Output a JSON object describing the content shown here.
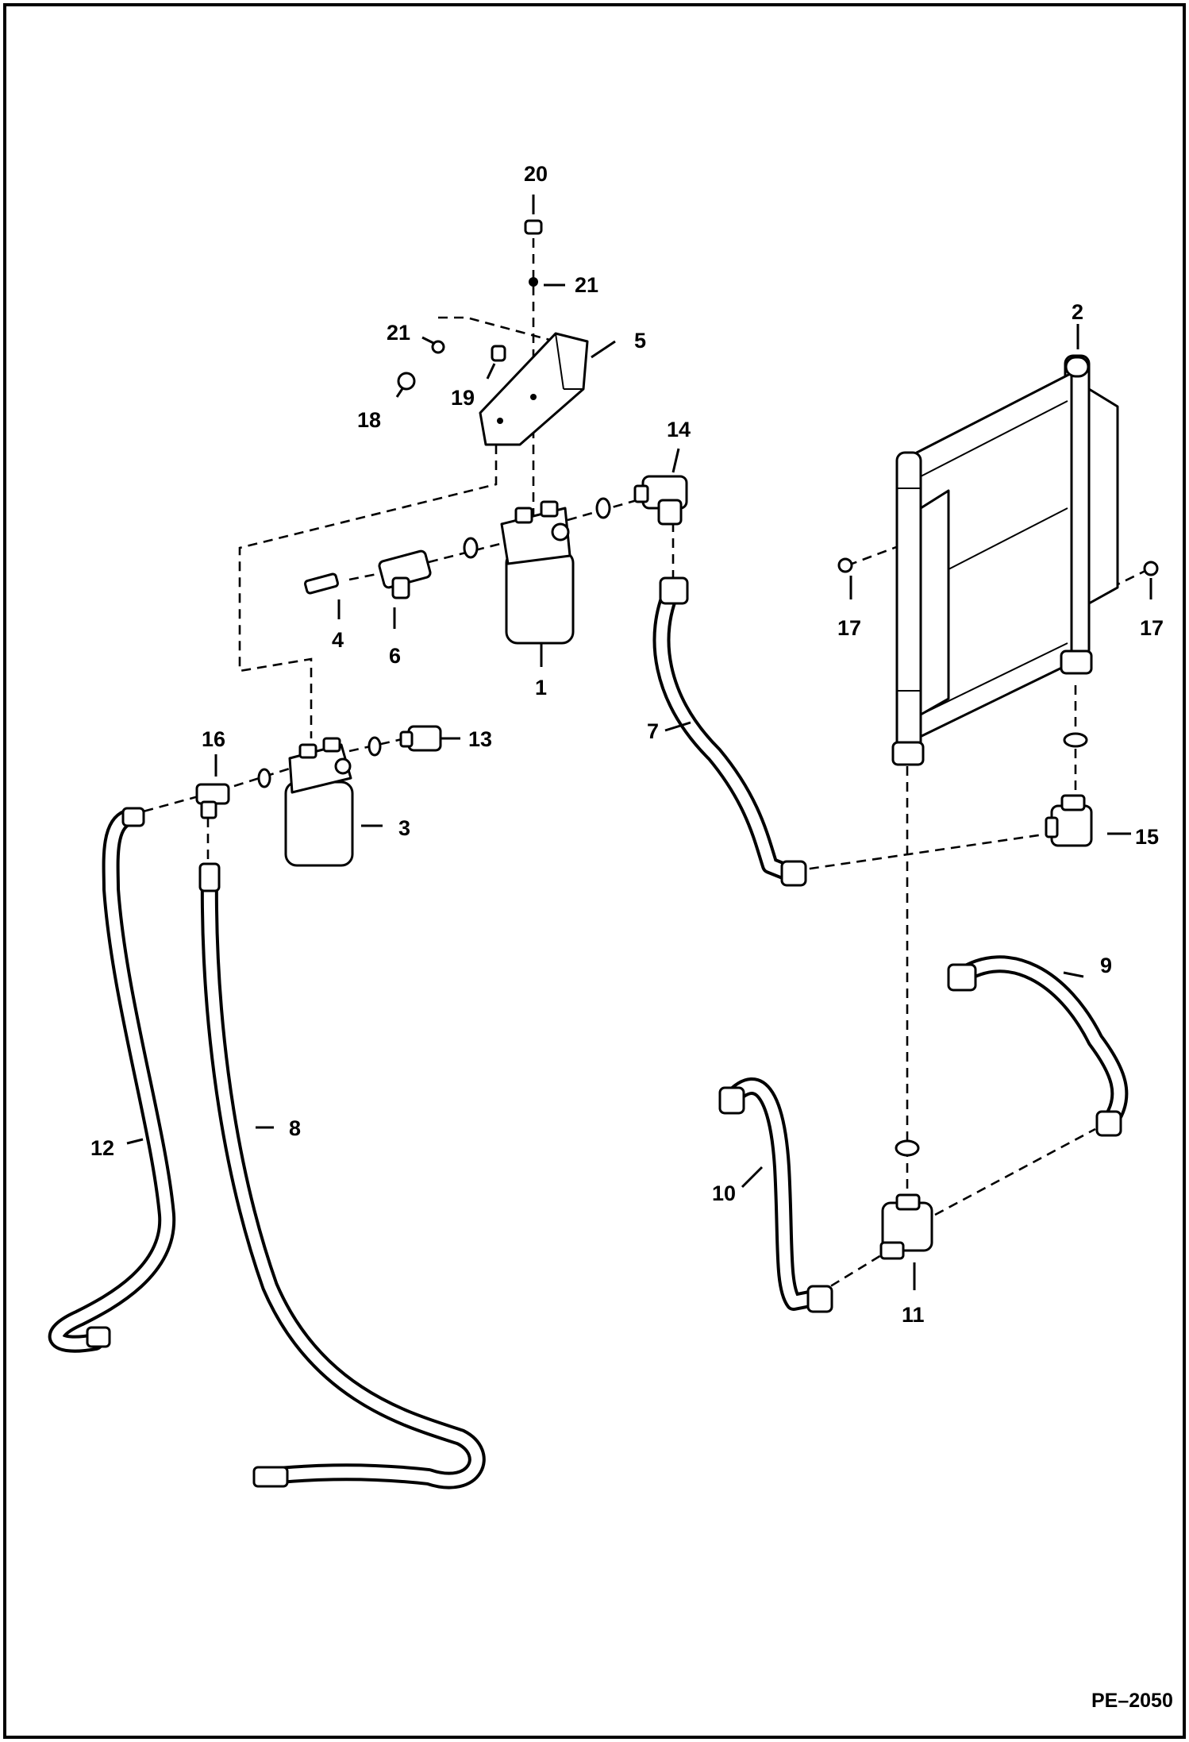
{
  "drawing_ref": "PE–2050",
  "callouts": {
    "c1": "1",
    "c2": "2",
    "c3": "3",
    "c4": "4",
    "c5": "5",
    "c6": "6",
    "c7": "7",
    "c8": "8",
    "c9": "9",
    "c10": "10",
    "c11": "11",
    "c12": "12",
    "c13": "13",
    "c14": "14",
    "c15": "15",
    "c16": "16",
    "c17a": "17",
    "c17b": "17",
    "c18": "18",
    "c19": "19",
    "c20": "20",
    "c21a": "21",
    "c21b": "21"
  }
}
